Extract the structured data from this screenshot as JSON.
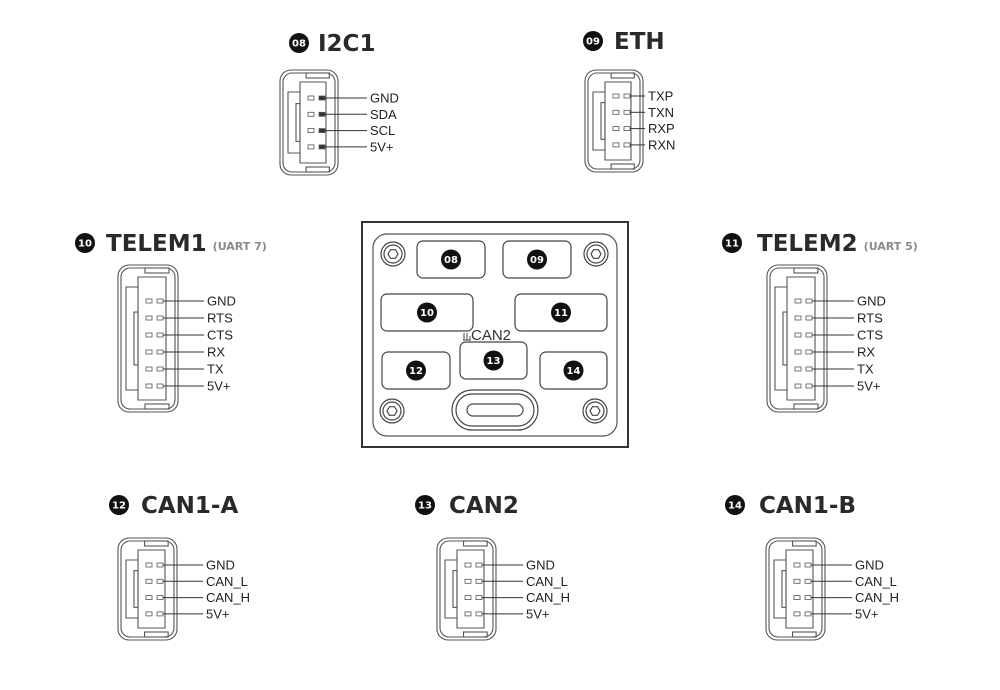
{
  "connectors": [
    {
      "id": "i2c1",
      "badge": "08",
      "title": "I2C1",
      "subtitle": "",
      "pins": [
        "GND",
        "SDA",
        "SCL",
        "5V+"
      ]
    },
    {
      "id": "eth",
      "badge": "09",
      "title": "ETH",
      "subtitle": "",
      "pins": [
        "TXP",
        "TXN",
        "RXP",
        "RXN"
      ]
    },
    {
      "id": "telem1",
      "badge": "10",
      "title": "TELEM1",
      "subtitle": "(UART 7)",
      "pins": [
        "GND",
        "RTS",
        "CTS",
        "RX",
        "TX",
        "5V+"
      ]
    },
    {
      "id": "telem2",
      "badge": "11",
      "title": "TELEM2",
      "subtitle": "(UART 5)",
      "pins": [
        "GND",
        "RTS",
        "CTS",
        "RX",
        "TX",
        "5V+"
      ]
    },
    {
      "id": "can1a",
      "badge": "12",
      "title": "CAN1-A",
      "subtitle": "",
      "pins": [
        "GND",
        "CAN_L",
        "CAN_H",
        "5V+"
      ]
    },
    {
      "id": "can2",
      "badge": "13",
      "title": "CAN2",
      "subtitle": "",
      "pins": [
        "GND",
        "CAN_L",
        "CAN_H",
        "5V+"
      ]
    },
    {
      "id": "can1b",
      "badge": "14",
      "title": "CAN1-B",
      "subtitle": "",
      "pins": [
        "GND",
        "CAN_L",
        "CAN_H",
        "5V+"
      ]
    }
  ],
  "board": {
    "silk_label": "CAN2",
    "ports": [
      "08",
      "09",
      "10",
      "11",
      "12",
      "13",
      "14"
    ]
  }
}
